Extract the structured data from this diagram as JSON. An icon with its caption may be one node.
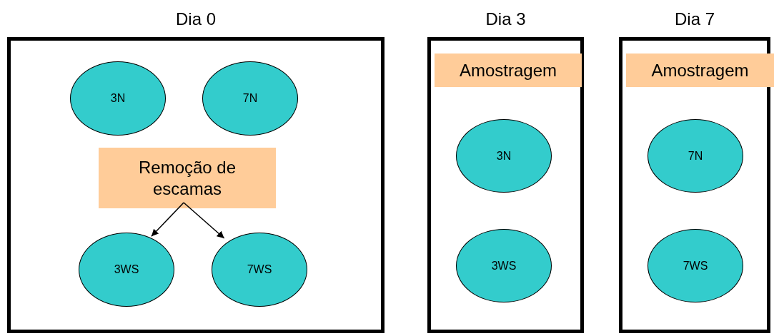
{
  "diagram": {
    "nodes": [
      {
        "text": [
          "Dia 0"
        ]
      },
      {
        "text": [
          "3N"
        ],
        "in": 0
      },
      {
        "text": [
          "7N"
        ],
        "in": 0
      },
      {
        "text": [
          "Remoção de escamas"
        ],
        "in": 0
      },
      {
        "text": [
          "3WS"
        ],
        "in": 0
      },
      {
        "text": [
          "7WS"
        ],
        "in": 0
      },
      {
        "text": [
          "Dia 3"
        ]
      },
      {
        "text": [
          "Amostragem"
        ],
        "in": 6
      },
      {
        "text": [
          "3N"
        ],
        "in": 6
      },
      {
        "text": [
          "3WS"
        ],
        "in": 6
      },
      {
        "text": [
          "Dia 7"
        ]
      },
      {
        "text": [
          "Amostragem"
        ],
        "in": 10
      },
      {
        "text": [
          "7N"
        ],
        "in": 10
      },
      {
        "text": [
          "7WS"
        ],
        "in": 10
      }
    ],
    "edges": [
      {
        "from": 3,
        "to": 4,
        "arrow": "to"
      },
      {
        "from": 3,
        "to": 5,
        "arrow": "to"
      }
    ]
  }
}
